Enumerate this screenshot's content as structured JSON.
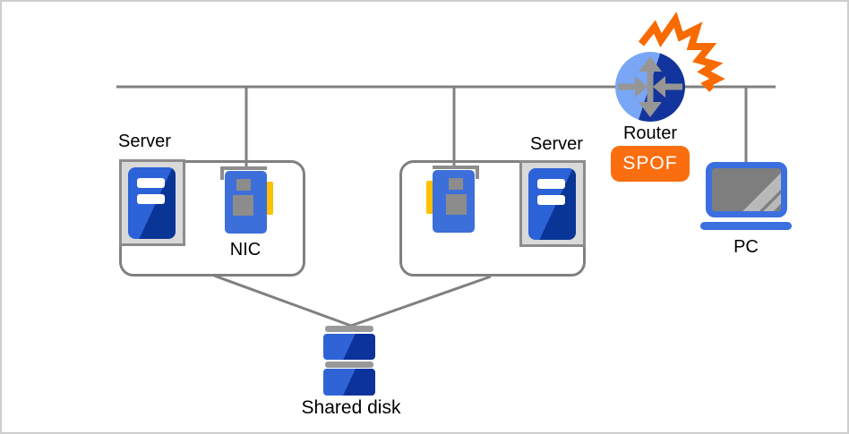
{
  "diagram": {
    "type": "network-topology",
    "nodes": {
      "server_left": {
        "label": "Server",
        "icon": "server-icon"
      },
      "server_right": {
        "label": "Server",
        "icon": "server-icon"
      },
      "nic_left": {
        "label": "NIC",
        "icon": "nic-card-icon"
      },
      "nic_right": {
        "label": "",
        "icon": "nic-card-icon"
      },
      "router": {
        "label": "Router",
        "icon": "router-icon",
        "status_icon": "explosion-icon"
      },
      "spof_badge": {
        "label": "SPOF"
      },
      "pc": {
        "label": "PC",
        "icon": "laptop-icon"
      },
      "shared_disk": {
        "label": "Shared disk",
        "icon": "disk-stack-icon"
      }
    },
    "connections": [
      "network-bus to server-group-left via NIC",
      "network-bus to server-group-right via NIC",
      "network-bus to router",
      "network-bus to pc",
      "server-group-left to shared-disk",
      "server-group-right to shared-disk"
    ],
    "colors": {
      "line_gray": "#808080",
      "icon_gray": "#8c8c8c",
      "server_blue_bright": "#2c62d7",
      "server_blue_dark": "#083596",
      "nic_blue": "#3c6fd9",
      "nic_yellow": "#ffc000",
      "router_light_blue": "#7aa6f6",
      "router_dark_blue": "#13349c",
      "pc_blue": "#3b6fe0",
      "disk_blue_bright": "#3064d6",
      "disk_blue_dark": "#0c339b",
      "accent_orange": "#fa6e0f",
      "border_gray": "#cdcdcd"
    }
  }
}
